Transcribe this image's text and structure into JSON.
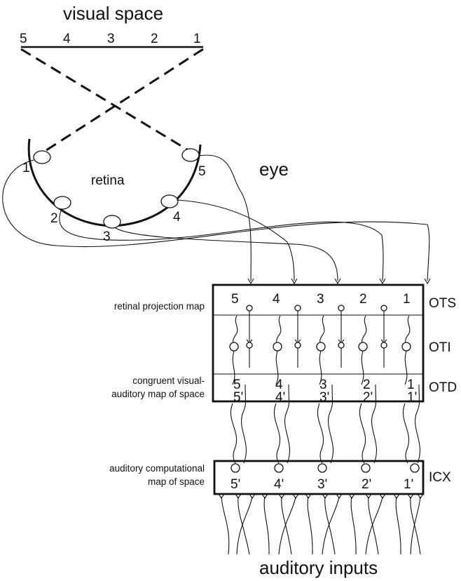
{
  "title": "visual space",
  "visual_space_numbers": [
    "5",
    "4",
    "3",
    "2",
    "1"
  ],
  "eye_label": "eye",
  "retina_label": "retina",
  "retina_numbers": [
    "1",
    "2",
    "3",
    "4",
    "5"
  ],
  "layer_labels": {
    "ots": "OTS",
    "oti": "OTI",
    "otd": "OTD",
    "icx": "ICX"
  },
  "map_labels": {
    "retinal": "retinal projection map",
    "congruent_line1": "congruent visual-",
    "congruent_line2": "auditory map of space",
    "auditory_line1": "auditory computational",
    "auditory_line2": "map of space"
  },
  "ots_numbers": [
    "5",
    "4",
    "3",
    "2",
    "1"
  ],
  "otd_numbers_top": [
    "5",
    "4",
    "3",
    "2",
    "1"
  ],
  "otd_numbers_bottom": [
    "5'",
    "4'",
    "3'",
    "2'",
    "1'"
  ],
  "icx_numbers": [
    "5'",
    "4'",
    "3'",
    "2'",
    "1'"
  ],
  "bottom_label": "auditory inputs"
}
